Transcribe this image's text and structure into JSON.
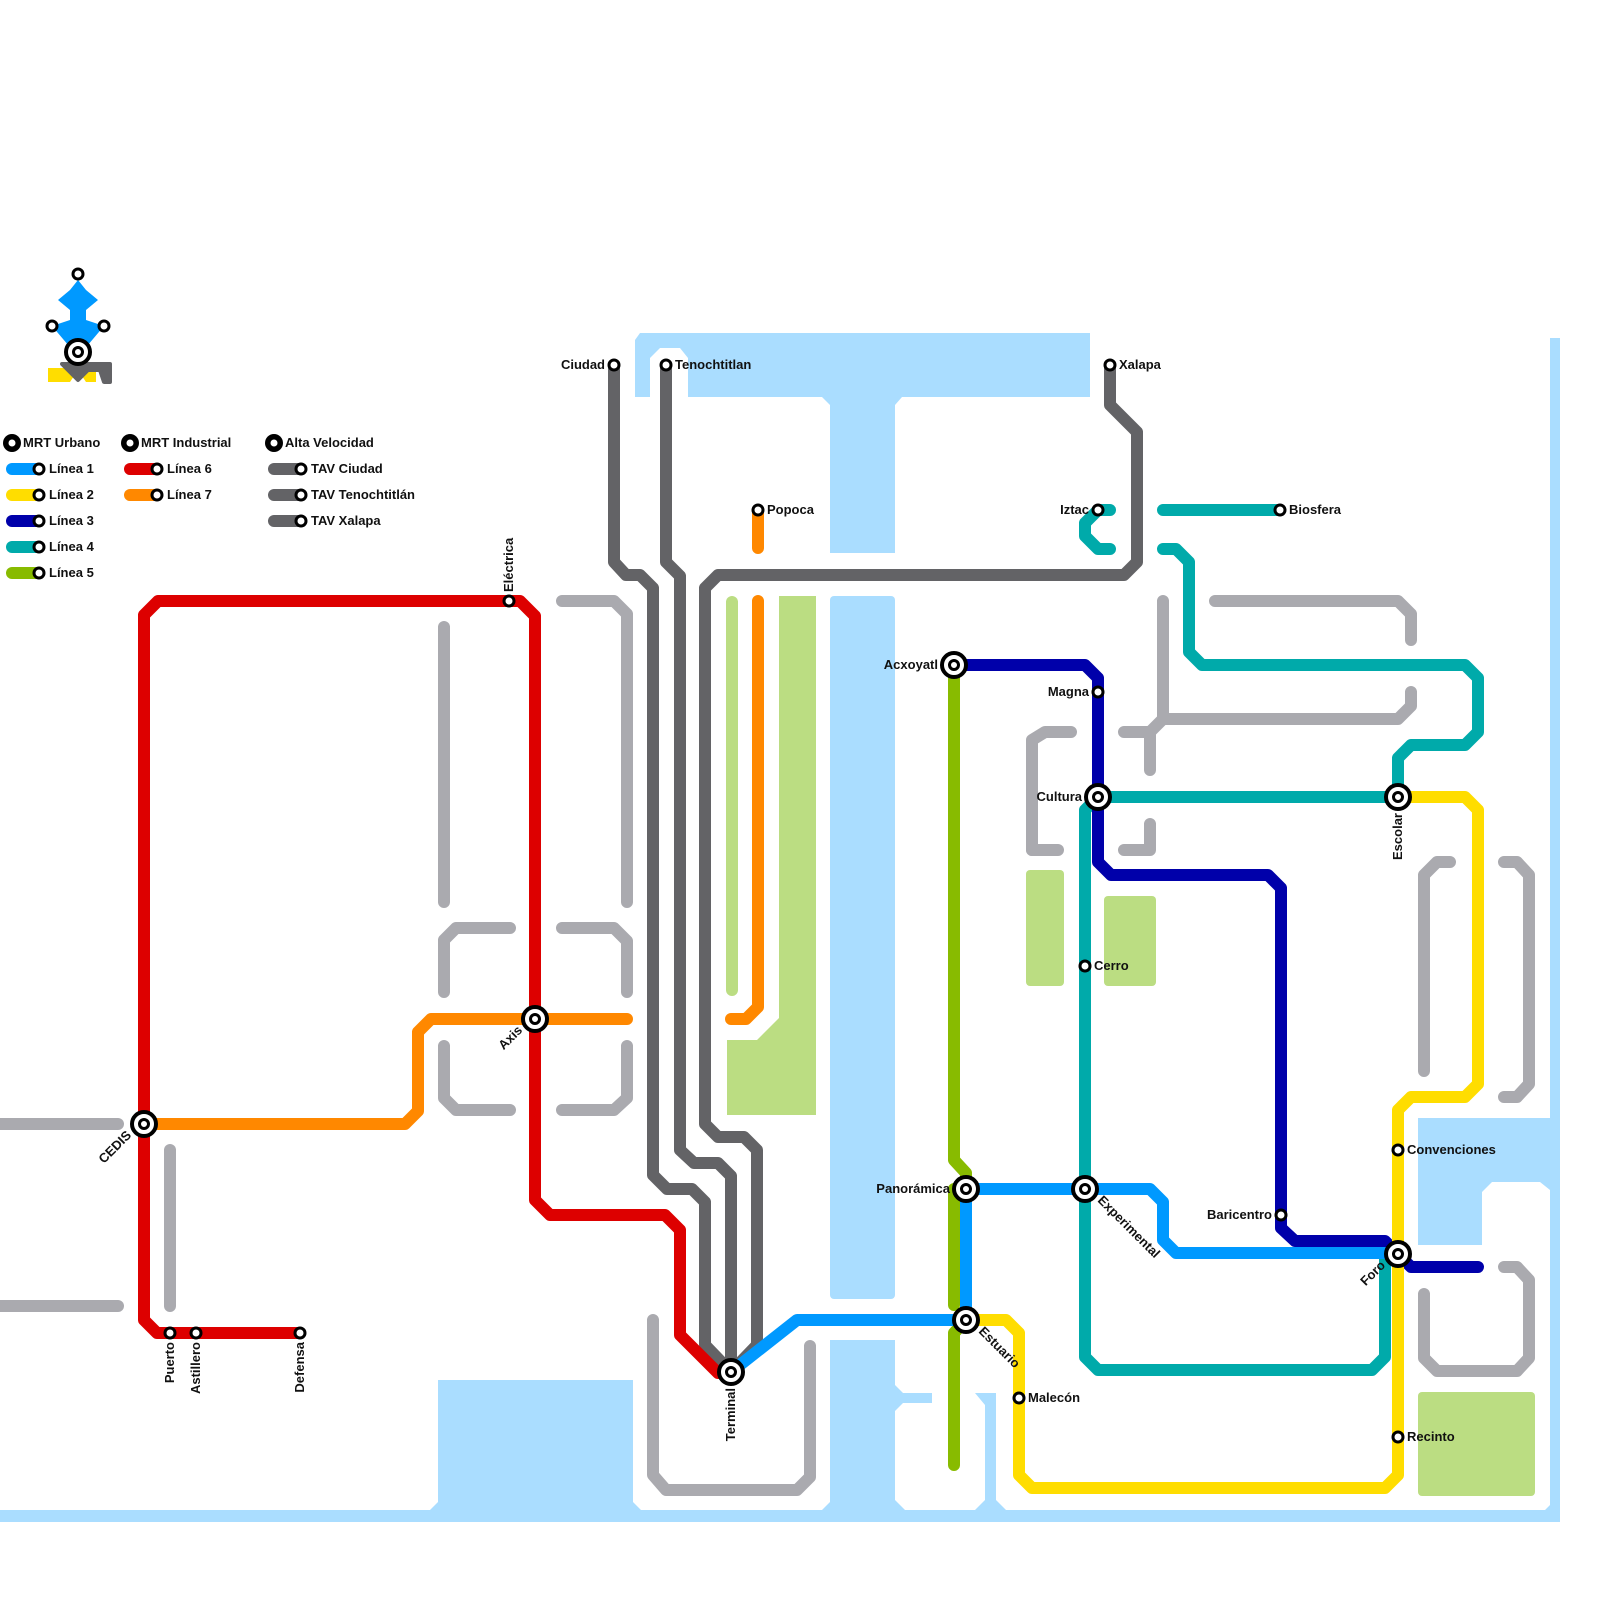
{
  "colors": {
    "linea_1": "#0099ff",
    "linea_2": "#ffdd00",
    "linea_3": "#0000aa",
    "linea_4": "#00aaaa",
    "linea_5": "#88bb00",
    "linea_6": "#dd0000",
    "linea_7": "#ff8800",
    "tav": "#636366",
    "street": "#aaaaaf",
    "water": "#aaddff",
    "park": "#bbdd82"
  },
  "legend": {
    "groups": [
      {
        "title": "MRT Urbano",
        "items": [
          {
            "label": "Línea 1",
            "color": "#0099ff"
          },
          {
            "label": "Línea 2",
            "color": "#ffdd00"
          },
          {
            "label": "Línea 3",
            "color": "#0000aa"
          },
          {
            "label": "Línea 4",
            "color": "#00aaaa"
          },
          {
            "label": "Línea 5",
            "color": "#88bb00"
          }
        ]
      },
      {
        "title": "MRT Industrial",
        "items": [
          {
            "label": "Línea 6",
            "color": "#dd0000"
          },
          {
            "label": "Línea 7",
            "color": "#ff8800"
          }
        ]
      },
      {
        "title": "Alta Velocidad",
        "items": [
          {
            "label": "TAV Ciudad",
            "color": "#636366"
          },
          {
            "label": "TAV Tenochtitlán",
            "color": "#636366"
          },
          {
            "label": "TAV Xalapa",
            "color": "#636366"
          }
        ]
      }
    ]
  },
  "stations": [
    {
      "name": "Ciudad",
      "type": "single"
    },
    {
      "name": "Tenochtitlan",
      "type": "single"
    },
    {
      "name": "Xalapa",
      "type": "single"
    },
    {
      "name": "Popoca",
      "type": "single"
    },
    {
      "name": "Iztac",
      "type": "single"
    },
    {
      "name": "Biosfera",
      "type": "single"
    },
    {
      "name": "Eléctrica",
      "type": "single"
    },
    {
      "name": "Acxoyatl",
      "type": "interchange"
    },
    {
      "name": "Magna",
      "type": "single"
    },
    {
      "name": "Cultura",
      "type": "interchange"
    },
    {
      "name": "Escolar",
      "type": "interchange"
    },
    {
      "name": "Cerro",
      "type": "single"
    },
    {
      "name": "Axis",
      "type": "interchange"
    },
    {
      "name": "CEDIS",
      "type": "interchange"
    },
    {
      "name": "Convenciones",
      "type": "single"
    },
    {
      "name": "Panorámica",
      "type": "interchange"
    },
    {
      "name": "Experimental",
      "type": "interchange"
    },
    {
      "name": "Baricentro",
      "type": "single"
    },
    {
      "name": "Foro",
      "type": "interchange"
    },
    {
      "name": "Estuario",
      "type": "interchange"
    },
    {
      "name": "Puerto",
      "type": "single"
    },
    {
      "name": "Astillero",
      "type": "single"
    },
    {
      "name": "Defensa",
      "type": "single"
    },
    {
      "name": "Terminal",
      "type": "interchange"
    },
    {
      "name": "Malecón",
      "type": "single"
    },
    {
      "name": "Recinto",
      "type": "single"
    }
  ]
}
